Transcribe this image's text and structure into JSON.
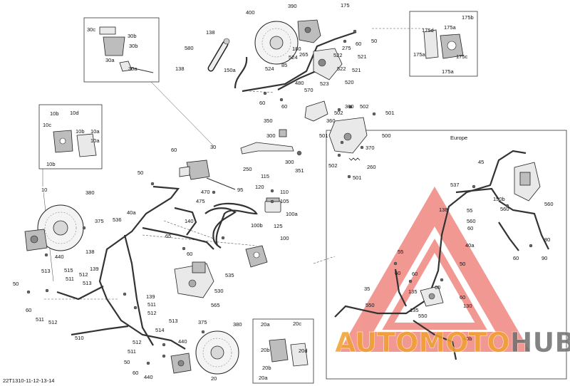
{
  "diagram_code": "22T1310-11-12-13-14",
  "inset_europe": {
    "title": "Europe"
  },
  "watermark": {
    "brand": "AUTOMOTOHUB",
    "color_red": "#e8453c",
    "color_orange": "#f0a030",
    "color_gray": "#6e6e6e"
  },
  "labels": [
    {
      "id": "l1",
      "text": "390"
    },
    {
      "id": "l2",
      "text": "175"
    },
    {
      "id": "l3",
      "text": "400"
    },
    {
      "id": "l4",
      "text": "50"
    },
    {
      "id": "l5",
      "text": "60"
    },
    {
      "id": "l6",
      "text": "180"
    },
    {
      "id": "l7",
      "text": "275"
    },
    {
      "id": "l8",
      "text": "265"
    },
    {
      "id": "l9",
      "text": "521"
    },
    {
      "id": "l10",
      "text": "524"
    },
    {
      "id": "l11",
      "text": "522"
    },
    {
      "id": "l12",
      "text": "522"
    },
    {
      "id": "l13",
      "text": "521"
    },
    {
      "id": "l14",
      "text": "524"
    },
    {
      "id": "l15",
      "text": "85"
    },
    {
      "id": "l16",
      "text": "570"
    },
    {
      "id": "l17",
      "text": "523"
    },
    {
      "id": "l18",
      "text": "520"
    },
    {
      "id": "l19",
      "text": "480"
    },
    {
      "id": "l20",
      "text": "60"
    },
    {
      "id": "l21",
      "text": "60"
    },
    {
      "id": "l22",
      "text": "138"
    },
    {
      "id": "l23",
      "text": "580"
    },
    {
      "id": "l24",
      "text": "150a"
    },
    {
      "id": "l25",
      "text": "138"
    },
    {
      "id": "l26",
      "text": "30c"
    },
    {
      "id": "l27",
      "text": "30b"
    },
    {
      "id": "l28",
      "text": "30b"
    },
    {
      "id": "l29",
      "text": "30a"
    },
    {
      "id": "l30",
      "text": "30a"
    },
    {
      "id": "l31",
      "text": "175d"
    },
    {
      "id": "l32",
      "text": "175a"
    },
    {
      "id": "l33",
      "text": "175b"
    },
    {
      "id": "l34",
      "text": "175c"
    },
    {
      "id": "l35",
      "text": "175a"
    },
    {
      "id": "l36",
      "text": "175a"
    },
    {
      "id": "l37",
      "text": "360"
    },
    {
      "id": "l38",
      "text": "502"
    },
    {
      "id": "l39",
      "text": "501"
    },
    {
      "id": "l40",
      "text": "502"
    },
    {
      "id": "l41",
      "text": "360"
    },
    {
      "id": "l42",
      "text": "500"
    },
    {
      "id": "l43",
      "text": "501"
    },
    {
      "id": "l44",
      "text": "370"
    },
    {
      "id": "l45",
      "text": "502"
    },
    {
      "id": "l46",
      "text": "260"
    },
    {
      "id": "l47",
      "text": "501"
    },
    {
      "id": "l48",
      "text": "350"
    },
    {
      "id": "l49",
      "text": "300"
    },
    {
      "id": "l50",
      "text": "300"
    },
    {
      "id": "l51",
      "text": "250"
    },
    {
      "id": "l52",
      "text": "351"
    },
    {
      "id": "l53",
      "text": "10b"
    },
    {
      "id": "l54",
      "text": "10d"
    },
    {
      "id": "l55",
      "text": "10c"
    },
    {
      "id": "l56",
      "text": "10b"
    },
    {
      "id": "l57",
      "text": "10a"
    },
    {
      "id": "l58",
      "text": "10a"
    },
    {
      "id": "l59",
      "text": "10b"
    },
    {
      "id": "l60",
      "text": "10"
    },
    {
      "id": "l61",
      "text": "60"
    },
    {
      "id": "l62",
      "text": "30"
    },
    {
      "id": "l63",
      "text": "50"
    },
    {
      "id": "l64",
      "text": "115"
    },
    {
      "id": "l65",
      "text": "120"
    },
    {
      "id": "l66",
      "text": "110"
    },
    {
      "id": "l67",
      "text": "105"
    },
    {
      "id": "l68",
      "text": "470"
    },
    {
      "id": "l69",
      "text": "95"
    },
    {
      "id": "l70",
      "text": "475"
    },
    {
      "id": "l71",
      "text": "100a"
    },
    {
      "id": "l72",
      "text": "380"
    },
    {
      "id": "l73",
      "text": "375"
    },
    {
      "id": "l74",
      "text": "536"
    },
    {
      "id": "l75",
      "text": "40a"
    },
    {
      "id": "l76",
      "text": "140"
    },
    {
      "id": "l77",
      "text": "65"
    },
    {
      "id": "l78",
      "text": "100b"
    },
    {
      "id": "l79",
      "text": "125"
    },
    {
      "id": "l80",
      "text": "60"
    },
    {
      "id": "l81",
      "text": "100"
    },
    {
      "id": "l82",
      "text": "138"
    },
    {
      "id": "l83",
      "text": "440"
    },
    {
      "id": "l84",
      "text": "535"
    },
    {
      "id": "l85",
      "text": "513"
    },
    {
      "id": "l86",
      "text": "515"
    },
    {
      "id": "l87",
      "text": "139"
    },
    {
      "id": "l88",
      "text": "511"
    },
    {
      "id": "l89",
      "text": "512"
    },
    {
      "id": "l90",
      "text": "50"
    },
    {
      "id": "l91",
      "text": "513"
    },
    {
      "id": "l92",
      "text": "530"
    },
    {
      "id": "l93",
      "text": "60"
    },
    {
      "id": "l94",
      "text": "511"
    },
    {
      "id": "l95",
      "text": "512"
    },
    {
      "id": "l96",
      "text": "565"
    },
    {
      "id": "l97",
      "text": "139"
    },
    {
      "id": "l98",
      "text": "511"
    },
    {
      "id": "l99",
      "text": "512"
    },
    {
      "id": "l100",
      "text": "513"
    },
    {
      "id": "l101",
      "text": "375"
    },
    {
      "id": "l102",
      "text": "380"
    },
    {
      "id": "l103",
      "text": "514"
    },
    {
      "id": "l104",
      "text": "510"
    },
    {
      "id": "l105",
      "text": "512"
    },
    {
      "id": "l106",
      "text": "440"
    },
    {
      "id": "l107",
      "text": "511"
    },
    {
      "id": "l108",
      "text": "50"
    },
    {
      "id": "l109",
      "text": "60"
    },
    {
      "id": "l110",
      "text": "440"
    },
    {
      "id": "l111",
      "text": "20a"
    },
    {
      "id": "l112",
      "text": "20c"
    },
    {
      "id": "l113",
      "text": "20b"
    },
    {
      "id": "l114",
      "text": "20d"
    },
    {
      "id": "l115",
      "text": "20b"
    },
    {
      "id": "l116",
      "text": "20a"
    },
    {
      "id": "l117",
      "text": "20"
    },
    {
      "id": "l118",
      "text": "45"
    },
    {
      "id": "l119",
      "text": "537"
    },
    {
      "id": "l120",
      "text": "150b"
    },
    {
      "id": "l121",
      "text": "138"
    },
    {
      "id": "l122",
      "text": "55"
    },
    {
      "id": "l123",
      "text": "560"
    },
    {
      "id": "l124",
      "text": "560"
    },
    {
      "id": "l125",
      "text": "560"
    },
    {
      "id": "l126",
      "text": "60"
    },
    {
      "id": "l127",
      "text": "80"
    },
    {
      "id": "l128",
      "text": "60"
    },
    {
      "id": "l129",
      "text": "90"
    },
    {
      "id": "l130",
      "text": "40a"
    },
    {
      "id": "l131",
      "text": "55"
    },
    {
      "id": "l132",
      "text": "60"
    },
    {
      "id": "l133",
      "text": "50"
    },
    {
      "id": "l134",
      "text": "60"
    },
    {
      "id": "l135",
      "text": "135"
    },
    {
      "id": "l136",
      "text": "60"
    },
    {
      "id": "l137",
      "text": "35"
    },
    {
      "id": "l138",
      "text": "550"
    },
    {
      "id": "l139",
      "text": "135"
    },
    {
      "id": "l140",
      "text": "550"
    },
    {
      "id": "l141",
      "text": "130"
    },
    {
      "id": "l142",
      "text": "40b"
    },
    {
      "id": "l143",
      "text": "60"
    }
  ]
}
